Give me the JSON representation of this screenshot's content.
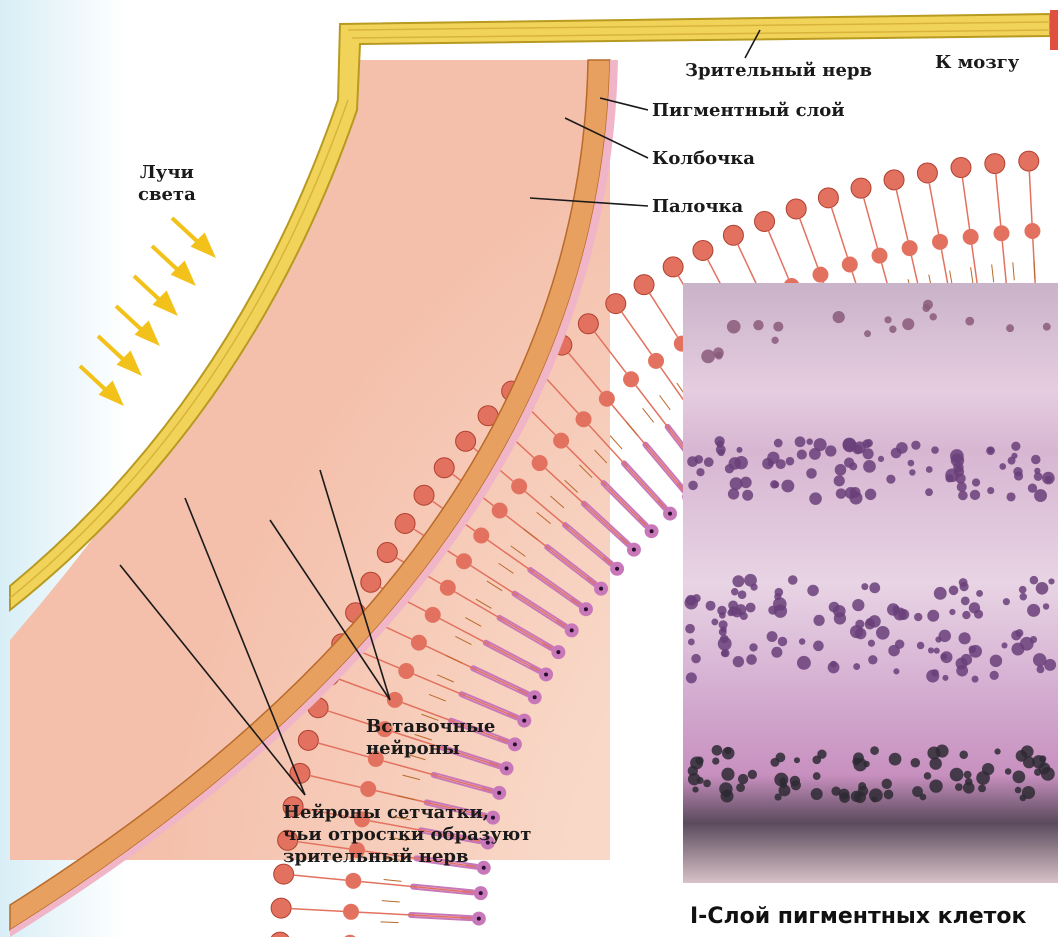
{
  "labels": {
    "optic_nerve": "Зрительный нерв",
    "to_brain": "К мозгу",
    "pigment_layer": "Пигментный слой",
    "cone": "Колбочка",
    "rod": "Палочка",
    "light_rays_line1": "Лучи",
    "light_rays_line2": "света",
    "interneurons_line1": "Вставочные",
    "interneurons_line2": "нейроны",
    "retina_neurons_line1": "Нейроны сетчатки,",
    "retina_neurons_line2": "чьи отростки образуют",
    "retina_neurons_line3": "зрительный нерв"
  },
  "caption": "I-Слой пигментных клеток",
  "colors": {
    "nerve": "#f2d35a",
    "nerve_edge": "#b89a20",
    "retina_bg": "#f6c7b4",
    "neuron": "#e2725f",
    "rod": "#c878b8",
    "pigment": "#e39a52",
    "arrows": "#f2c21a",
    "micro_bg": "#d9a6c8",
    "micro_nuclei": "#6a3f7a"
  }
}
